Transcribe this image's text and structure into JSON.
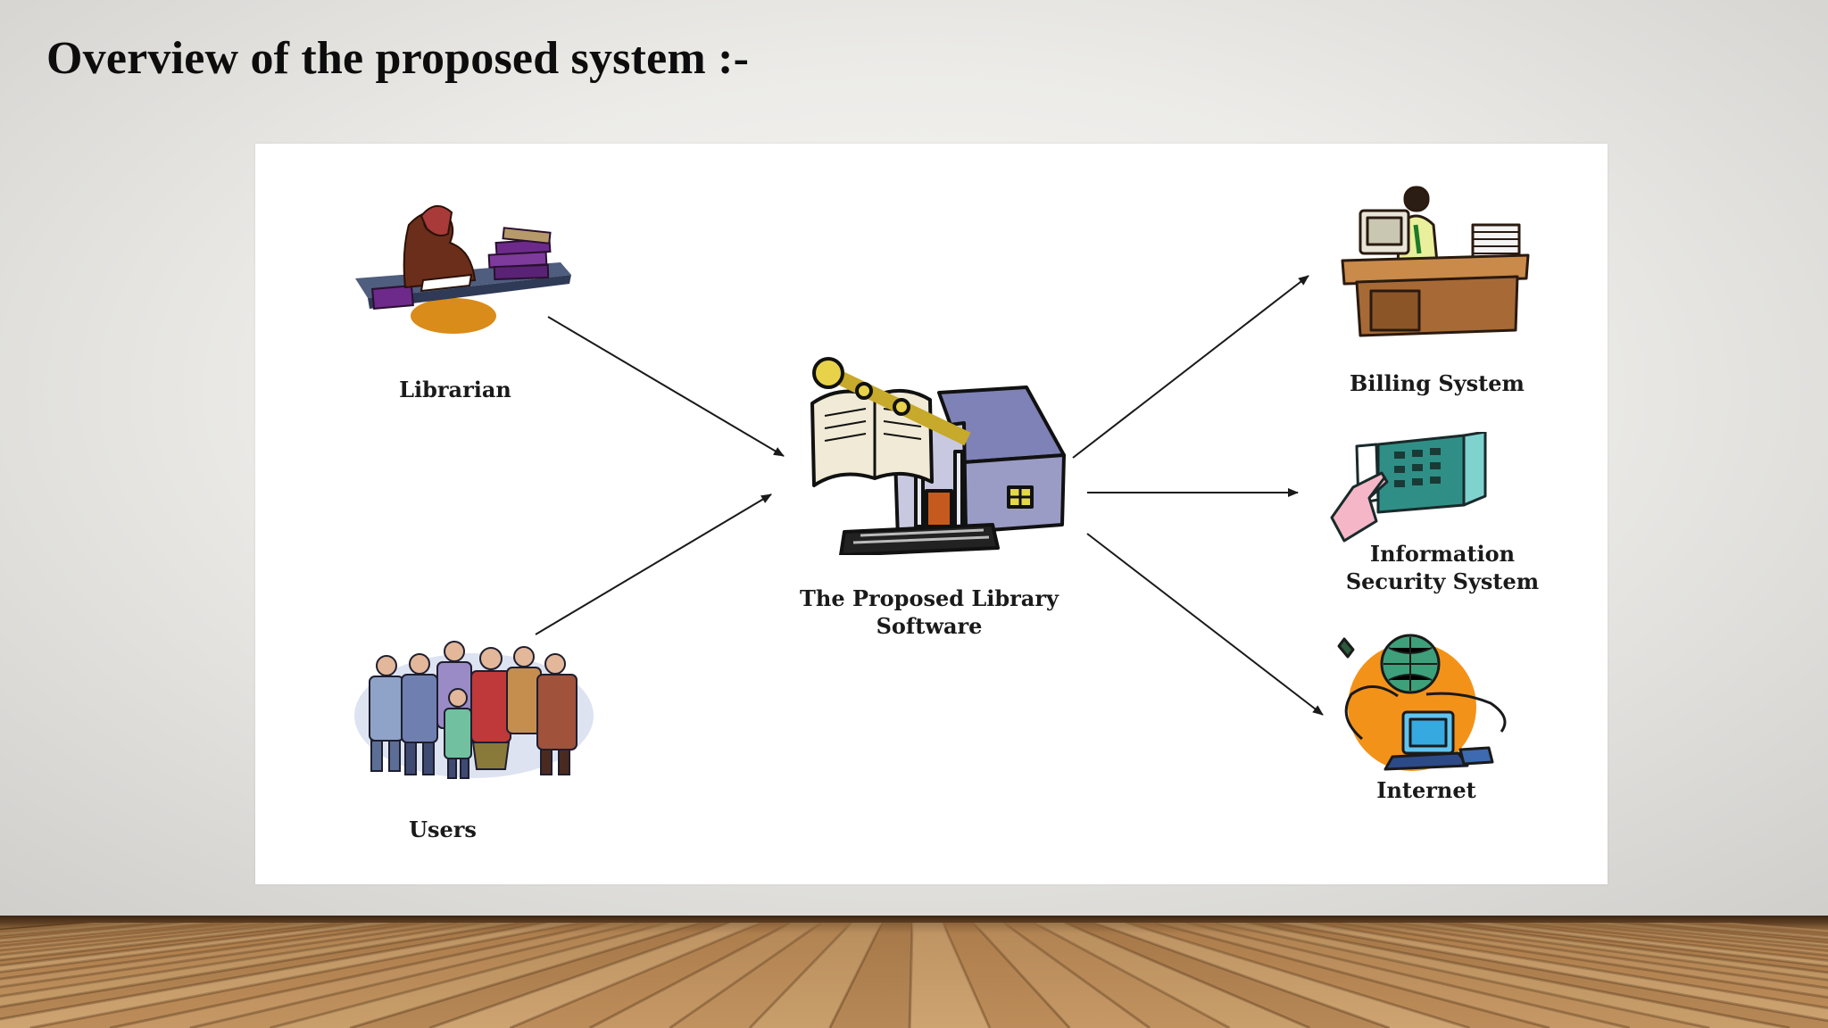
{
  "slide": {
    "title": "Overview of the proposed system :-"
  },
  "diagram": {
    "center": {
      "label_line1": "The Proposed Library",
      "label_line2": "Software",
      "icon": "library-building-icon"
    },
    "inputs": [
      {
        "label": "Librarian",
        "icon": "librarian-icon"
      },
      {
        "label": "Users",
        "icon": "users-group-icon"
      }
    ],
    "outputs": [
      {
        "label": "Billing System",
        "icon": "billing-desk-icon"
      },
      {
        "label_line1": "Information",
        "label_line2": "Security System",
        "icon": "security-keypad-icon"
      },
      {
        "label": "Internet",
        "icon": "internet-globe-icon"
      }
    ],
    "arrow_color": "#1a1a1a"
  },
  "colors": {
    "floor_wood": "#b8895a",
    "slide_background": "#ecebe8"
  }
}
